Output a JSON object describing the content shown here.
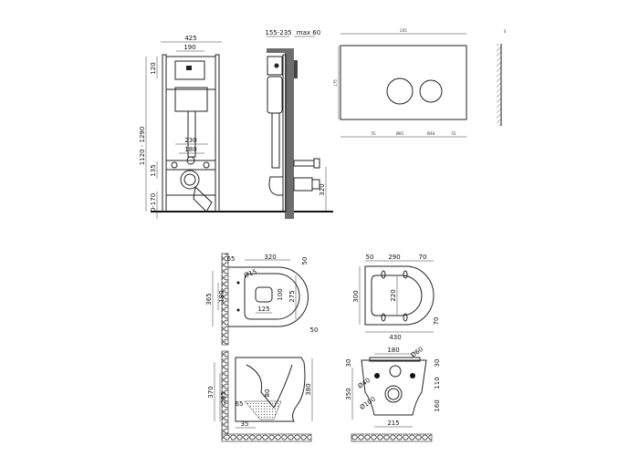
{
  "installation_frame_front": {
    "width_overall": "425",
    "width_flush_box": "190",
    "flush_box_height": "120",
    "height_range": "1120 - 1290",
    "bolt_spacing_outer": "230",
    "bolt_spacing_inner": "180",
    "drain_height": "135",
    "leg_adjust": "0-170"
  },
  "installation_frame_side": {
    "depth_range": "155-235",
    "wall_max": "max 60",
    "drain_height": "320"
  },
  "flush_plate": {
    "width": "245",
    "height": "175",
    "left_margin": "55",
    "large_button": "Ø85",
    "small_button": "Ø48",
    "right_margin": "55",
    "thickness": "4"
  },
  "toilet_top_view": {
    "wall_offset": "65",
    "length": "320",
    "rim_offset": "50",
    "bolt_diameter": "Ø15",
    "overall_width": "365",
    "bolt_spacing": "180",
    "outlet_height": "100",
    "bowl_width": "275",
    "outlet_width": "125",
    "bottom_offset": "50"
  },
  "seat_top_view": {
    "hinge_offset": "50",
    "inner_length": "290",
    "front_offset": "70",
    "width": "300",
    "inner_width": "220",
    "length": "430",
    "hinge_width": "70"
  },
  "toilet_side_view": {
    "height_back": "370",
    "outlet_height": "295",
    "water_depth": "80",
    "height_front": "380",
    "outlet_offset": "65",
    "floor_offset": "35"
  },
  "toilet_back_view": {
    "bolt_spacing": "180",
    "inlet_diameter": "Ø60",
    "top_left": "30",
    "top_right": "30",
    "height": "350",
    "bolt_hole": "Ø40",
    "inlet_to_outlet": "110",
    "outlet_diameter": "Ø100",
    "outlet_height": "160",
    "base_width": "215"
  }
}
